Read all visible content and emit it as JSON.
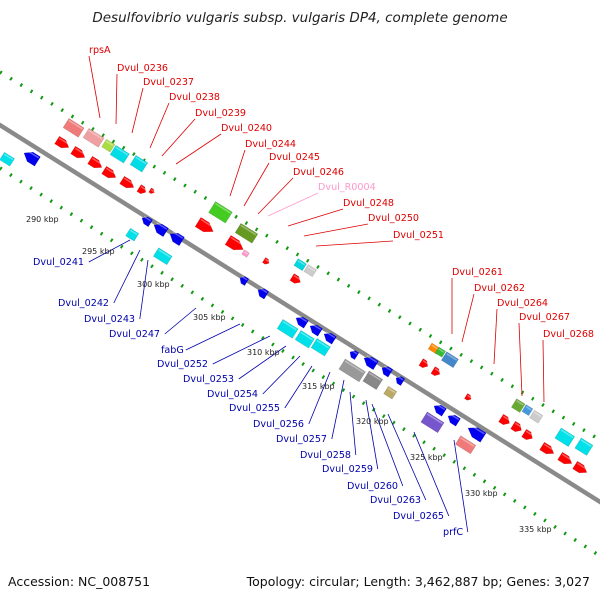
{
  "title": "Desulfovibrio vulgaris subsp. vulgaris DP4, complete genome",
  "footer": {
    "accession": "Accession: NC_008751",
    "topology": "Topology: circular; Length: 3,462,887 bp; Genes: 3,027"
  },
  "colors": {
    "forward_label": "#dd0000",
    "reverse_label": "#0000aa",
    "rna_label": "#ff99cc",
    "backbone": "#8a8a8a",
    "dotted_track": "#119911",
    "cds_forward": "#ff0000",
    "cds_reverse": "#0000ee",
    "cog_cyan": "#00e0e8",
    "cog_pink": "#f08a8a"
  },
  "ticks": [
    {
      "label": "290 kbp",
      "pos": 290
    },
    {
      "label": "295 kbp",
      "pos": 295
    },
    {
      "label": "300 kbp",
      "pos": 300
    },
    {
      "label": "305 kbp",
      "pos": 305
    },
    {
      "label": "310 kbp",
      "pos": 310
    },
    {
      "label": "315 kbp",
      "pos": 315
    },
    {
      "label": "320 kbp",
      "pos": 320
    },
    {
      "label": "325 kbp",
      "pos": 325
    },
    {
      "label": "330 kbp",
      "pos": 330
    },
    {
      "label": "335 kbp",
      "pos": 335
    }
  ],
  "forward_genes": [
    {
      "label": "rpsA"
    },
    {
      "label": "Dvul_0236"
    },
    {
      "label": "Dvul_0237"
    },
    {
      "label": "Dvul_0238"
    },
    {
      "label": "Dvul_0239"
    },
    {
      "label": "Dvul_0240"
    },
    {
      "label": "Dvul_0244"
    },
    {
      "label": "Dvul_0245"
    },
    {
      "label": "Dvul_0246"
    },
    {
      "label": "Dvul_R0004",
      "rna": true
    },
    {
      "label": "Dvul_0248"
    },
    {
      "label": "Dvul_0250"
    },
    {
      "label": "Dvul_0251"
    },
    {
      "label": "Dvul_0261"
    },
    {
      "label": "Dvul_0262"
    },
    {
      "label": "Dvul_0264"
    },
    {
      "label": "Dvul_0267"
    },
    {
      "label": "Dvul_0268"
    }
  ],
  "reverse_genes": [
    {
      "label": "Dvul_0241"
    },
    {
      "label": "Dvul_0242"
    },
    {
      "label": "Dvul_0243"
    },
    {
      "label": "Dvul_0247"
    },
    {
      "label": "fabG"
    },
    {
      "label": "Dvul_0252"
    },
    {
      "label": "Dvul_0253"
    },
    {
      "label": "Dvul_0254"
    },
    {
      "label": "Dvul_0255"
    },
    {
      "label": "Dvul_0256"
    },
    {
      "label": "Dvul_0257"
    },
    {
      "label": "Dvul_0258"
    },
    {
      "label": "Dvul_0259"
    },
    {
      "label": "Dvul_0260"
    },
    {
      "label": "Dvul_0263"
    },
    {
      "label": "Dvul_0265"
    },
    {
      "label": "prfC"
    }
  ]
}
